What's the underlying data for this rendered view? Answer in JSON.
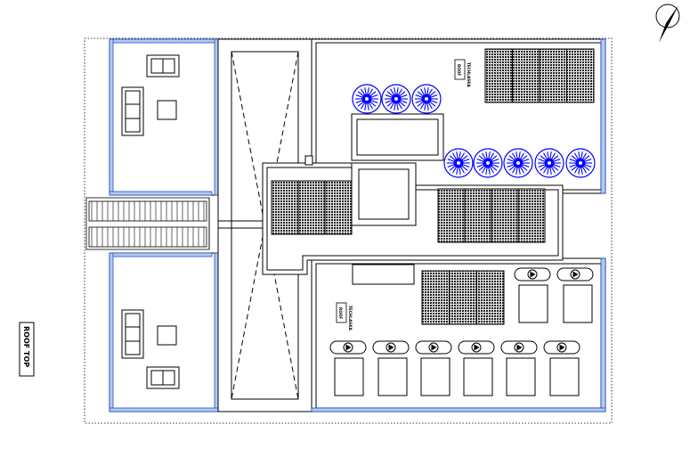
{
  "drawing": {
    "sheet_label": "ROOF TOP",
    "slab_label_line1": "TECHLASKA",
    "slab_label_line2": "ROOF"
  },
  "colors": {
    "line": "#000000",
    "wall_blue": "#1a4fd0",
    "wall_fill": "#b7c9ea",
    "fan": "#0000ff",
    "panel": "#2a2a2a"
  },
  "symbols": {
    "north_arrow": "north-arrow-icon",
    "solar_panel": "solar-panel-icon",
    "exhaust_fan": "exhaust-fan-icon",
    "ac_unit": "ac-unit-icon",
    "sofa": "sofa-icon"
  }
}
